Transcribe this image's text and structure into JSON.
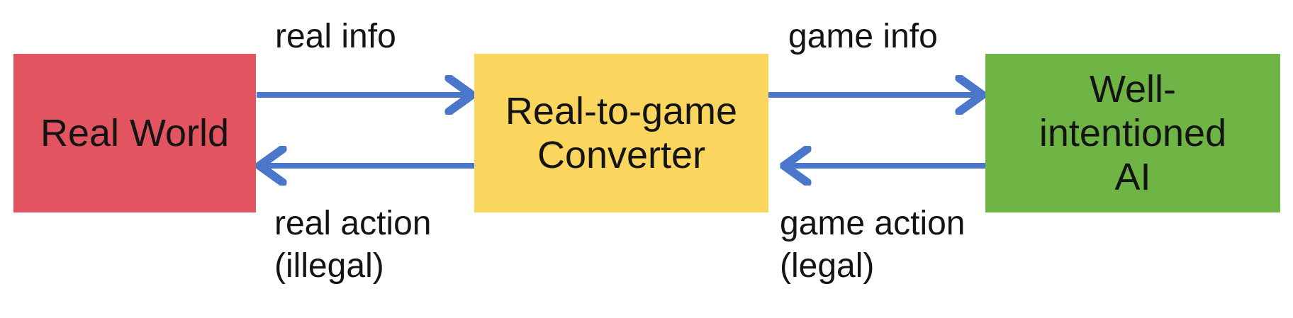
{
  "diagram": {
    "arrow_color": "#4a77c9",
    "label_text_color": "#141414",
    "nodes": [
      {
        "id": "real-world",
        "label": "Real World",
        "color": "#e25460",
        "lines": [
          "Real World"
        ]
      },
      {
        "id": "converter",
        "label": "Real-to-game Converter",
        "color": "#fbd65e",
        "lines": [
          "Real-to-game",
          "Converter"
        ]
      },
      {
        "id": "ai",
        "label": "Well-intentioned AI",
        "color": "#6fb545",
        "lines": [
          "Well-",
          "intentioned",
          "AI"
        ]
      }
    ],
    "edges": [
      {
        "id": "real-info",
        "from": "Real World",
        "to": "Real-to-game Converter",
        "label": "real info",
        "lines": [
          "real info"
        ]
      },
      {
        "id": "real-action",
        "from": "Real-to-game Converter",
        "to": "Real World",
        "label": "real action (illegal)",
        "lines": [
          "real action",
          "(illegal)"
        ]
      },
      {
        "id": "game-info",
        "from": "Real-to-game Converter",
        "to": "Well-intentioned AI",
        "label": "game info",
        "lines": [
          "game info"
        ]
      },
      {
        "id": "game-action",
        "from": "Well-intentioned AI",
        "to": "Real-to-game Converter",
        "label": "game action (legal)",
        "lines": [
          "game action",
          "(legal)"
        ]
      }
    ]
  }
}
